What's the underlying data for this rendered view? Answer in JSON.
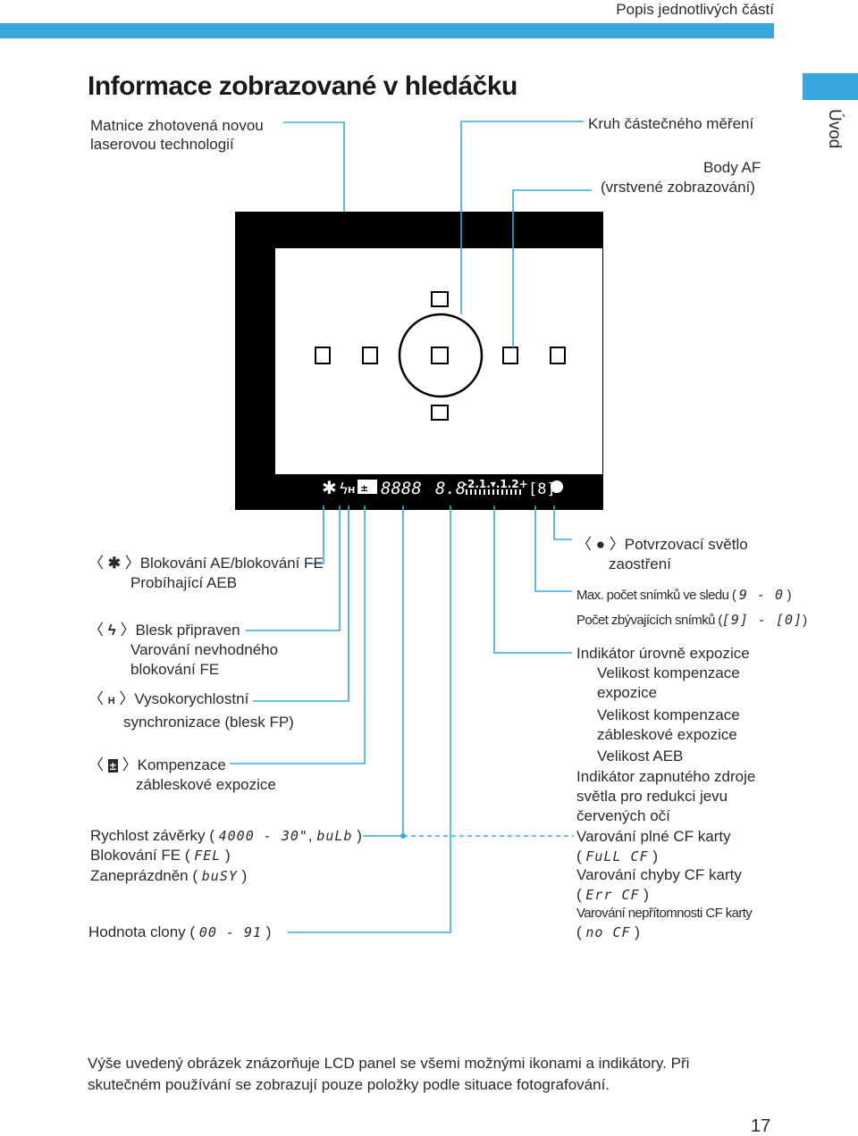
{
  "header": {
    "section_title": "Popis jednotlivých částí"
  },
  "side_tab": {
    "label": "Úvod"
  },
  "page_title": "Informace zobrazované v hledáčku",
  "top_labels": {
    "matrix_line1": "Matnice zhotovená novou",
    "matrix_line2": "laserovou technologií",
    "spot_circle": "Kruh částečného měření",
    "af_points_line1": "Body AF",
    "af_points_line2": "(vrstvené zobrazování)"
  },
  "left_labels": {
    "ae_lock_line1": "Blokování AE/blokování FE",
    "ae_lock_line2": "Probíhající AEB",
    "flash_ready_line1": "Blesk připraven",
    "flash_ready_line2": "Varování nevhodného",
    "flash_ready_line3": "blokování FE",
    "hss_line1": "Vysokorychlostní",
    "hss_line2": "synchronizace (blesk FP)",
    "flash_comp_line1": "Kompenzace",
    "flash_comp_line2": "zábleskové expozice",
    "shutter_speed": "Rychlost závěrky (",
    "shutter_range": "4000 - 30\"",
    "shutter_bulb": "buLb",
    "fe_lock": "Blokování FE (",
    "fe_lock_code": "FEL",
    "busy": "Zaneprázdněn (",
    "busy_code": "buSY",
    "aperture": "Hodnota clony (",
    "aperture_range": "00 - 91"
  },
  "right_labels": {
    "focus_confirm_line1": "Potvrzovací světlo",
    "focus_confirm_line2": "zaostření",
    "max_burst": "Max. počet snímků ve sledu (",
    "max_burst_range": "9 - 0",
    "remaining": "Počet zbývajících snímků (",
    "remaining_range": "[9] - [0]",
    "exposure_level": "Indikátor úrovně expozice",
    "exp_comp_line1": "Velikost kompenzace",
    "exp_comp_line2": "expozice",
    "flash_exp_comp_line1": "Velikost kompenzace",
    "flash_exp_comp_line2": "zábleskové expozice",
    "aeb_amount": "Velikost AEB",
    "red_eye_line1": "Indikátor zapnutého zdroje",
    "red_eye_line2": "světla pro redukci jevu",
    "red_eye_line3": "červených očí",
    "card_full": "Varování plné CF karty",
    "card_full_code": "FuLL CF",
    "card_error": "Varování chyby CF karty",
    "card_error_code": "Err CF",
    "no_card": "Varování nepřítomnosti CF karty",
    "no_card_code": "no CF"
  },
  "viewfinder_lcd": {
    "shutter_digits": "8888",
    "aperture_digits": "8.8",
    "scale": "-2.1.▾.1.2+",
    "burst": "[8]"
  },
  "footer": {
    "note_line1": "Výše uvedený obrázek znázorňuje LCD panel se všemi možnými ikonami a indikátory. Při",
    "note_line2": "skutečném používání se zobrazují pouze položky podle situace fotografování.",
    "page_number": "17"
  },
  "colors": {
    "accent": "#3aa8df",
    "ink": "#2a2a2a",
    "viewfinder": "#000000",
    "line": "#3aa8df"
  }
}
